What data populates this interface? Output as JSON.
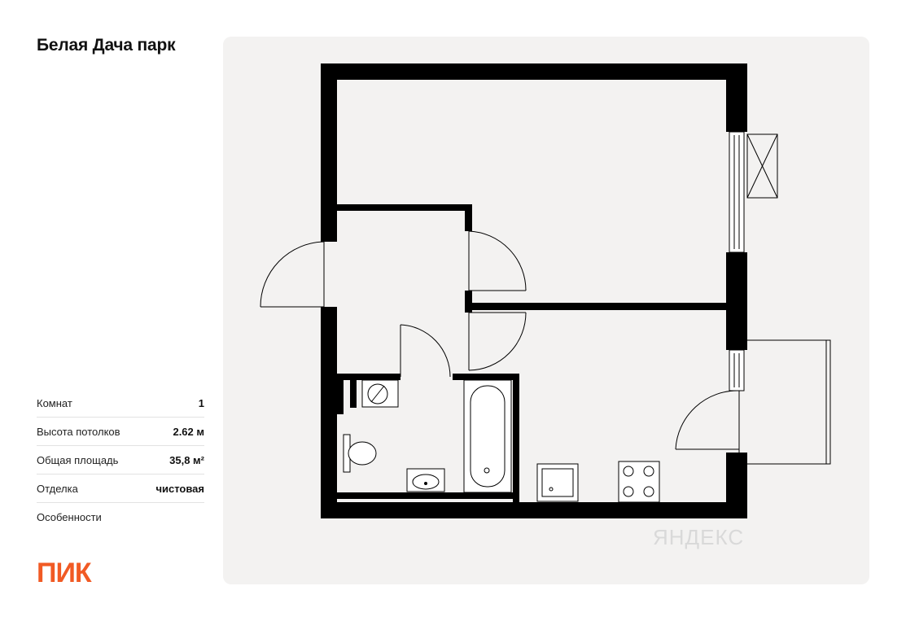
{
  "project": {
    "title": "Белая Дача парк"
  },
  "specs": [
    {
      "label": "Комнат",
      "value": "1"
    },
    {
      "label": "Высота потолков",
      "value": "2.62 м"
    },
    {
      "label": "Общая площадь",
      "value": "35,8 м²"
    },
    {
      "label": "Отделка",
      "value": "чистовая"
    },
    {
      "label": "Особенности",
      "value": ""
    }
  ],
  "brand": {
    "logo_text": "ПИК",
    "color": "#f15a24"
  },
  "watermark": {
    "text": "ЯНДЕКС"
  },
  "colors": {
    "panel_bg": "#f3f2f1",
    "wall": "#000000"
  }
}
